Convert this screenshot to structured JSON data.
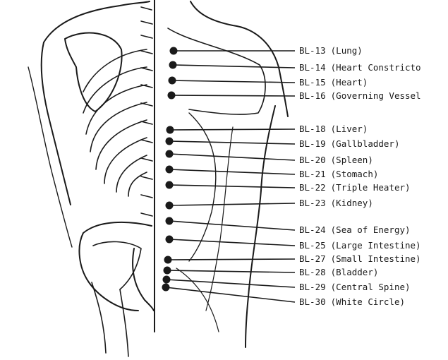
{
  "diagram": {
    "points": [
      {
        "code": "BL-13",
        "name": "(Lung)"
      },
      {
        "code": "BL-14",
        "name": "(Heart Constricto"
      },
      {
        "code": "BL-15",
        "name": "(Heart)"
      },
      {
        "code": "BL-16",
        "name": "(Governing Vessel"
      },
      {
        "code": "BL-18",
        "name": "(Liver)"
      },
      {
        "code": "BL-19",
        "name": "(Gallbladder)"
      },
      {
        "code": "BL-20",
        "name": "(Spleen)"
      },
      {
        "code": "BL-21",
        "name": "(Stomach)"
      },
      {
        "code": "BL-22",
        "name": "(Triple Heater)"
      },
      {
        "code": "BL-23",
        "name": "(Kidney)"
      },
      {
        "code": "BL-24",
        "name": "(Sea of Energy)"
      },
      {
        "code": "BL-25",
        "name": "(Large Intestine)"
      },
      {
        "code": "BL-27",
        "name": "(Small Intestine)"
      },
      {
        "code": "BL-28",
        "name": "(Bladder)"
      },
      {
        "code": "BL-29",
        "name": "(Central Spine)"
      },
      {
        "code": "BL-30",
        "name": "(White Circle)"
      }
    ]
  }
}
